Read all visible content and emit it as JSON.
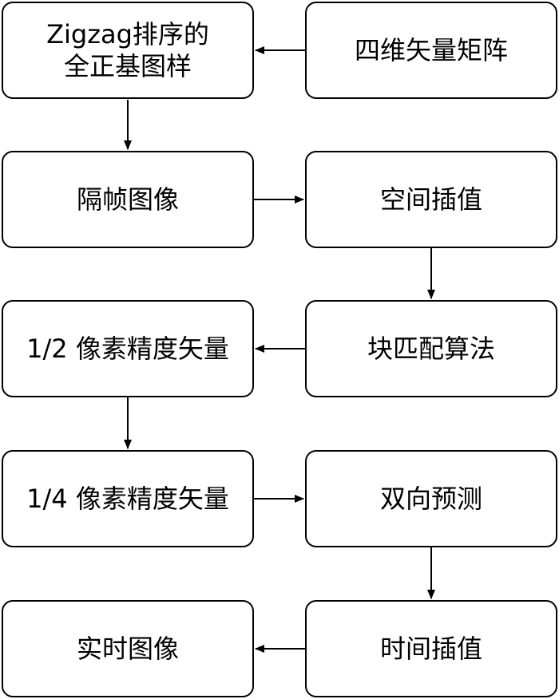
{
  "diagram": {
    "nodes": {
      "zigzag": [
        "Zigzag排序的",
        "全正基图样"
      ],
      "four_dim_vector": [
        "四维矢量矩阵"
      ],
      "interlaced_image": [
        "隔帧图像"
      ],
      "spatial_interp": [
        "空间插值"
      ],
      "half_pixel_vector": [
        "1/2 像素精度矢量"
      ],
      "block_matching": [
        "块匹配算法"
      ],
      "quarter_pixel_vector": [
        "1/4 像素精度矢量"
      ],
      "bidir_prediction": [
        "双向预测"
      ],
      "realtime_image": [
        "实时图像"
      ],
      "temporal_interp": [
        "时间插值"
      ]
    },
    "edges": [
      {
        "from": "four_dim_vector",
        "to": "zigzag"
      },
      {
        "from": "zigzag",
        "to": "interlaced_image"
      },
      {
        "from": "interlaced_image",
        "to": "spatial_interp"
      },
      {
        "from": "spatial_interp",
        "to": "block_matching"
      },
      {
        "from": "block_matching",
        "to": "half_pixel_vector"
      },
      {
        "from": "half_pixel_vector",
        "to": "quarter_pixel_vector"
      },
      {
        "from": "quarter_pixel_vector",
        "to": "bidir_prediction"
      },
      {
        "from": "bidir_prediction",
        "to": "temporal_interp"
      },
      {
        "from": "temporal_interp",
        "to": "realtime_image"
      }
    ]
  }
}
